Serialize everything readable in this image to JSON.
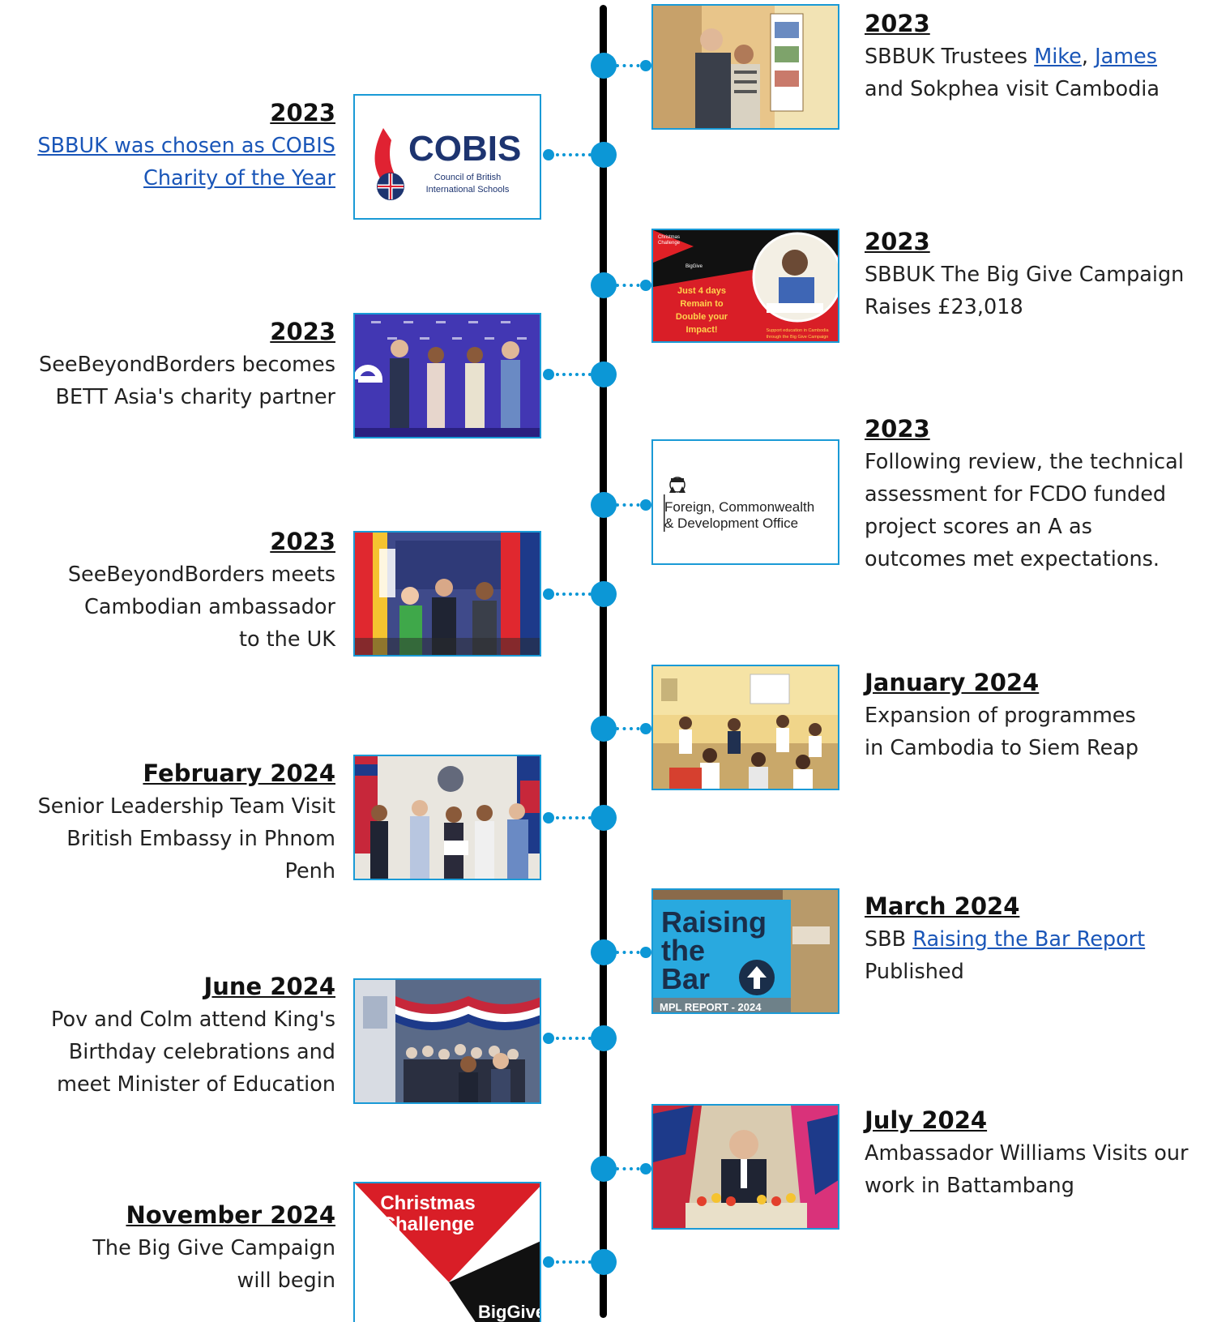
{
  "colors": {
    "accent": "#0c97d6",
    "spine": "#000000",
    "link": "#1a56b8",
    "frame": "#1a9ad6"
  },
  "left": [
    {
      "title": "2023",
      "lines": [
        "SBBUK was chosen as COBIS",
        "Charity of the Year"
      ]
    },
    {
      "title": "2023",
      "lines": [
        "SeeBeyondBorders becomes",
        "BETT Asia's charity partner"
      ]
    },
    {
      "title": "2023",
      "lines": [
        "SeeBeyondBorders meets",
        "Cambodian ambassador",
        "to the UK"
      ]
    },
    {
      "title": "February 2024",
      "lines": [
        "Senior Leadership Team Visit",
        "British Embassy in Phnom Penh"
      ]
    },
    {
      "title": "June 2024",
      "lines": [
        "Pov and Colm attend King's",
        "Birthday celebrations and",
        "meet Minister of Education"
      ]
    },
    {
      "title": "November 2024",
      "lines": [
        "The Big Give Campaign",
        "will begin"
      ]
    }
  ],
  "right": [
    {
      "title": "2023",
      "l1_pre": "SBBUK Trustees ",
      "link1": "Mike",
      "sep": ", ",
      "link2": "James",
      "l2": "and Sokphea visit Cambodia"
    },
    {
      "title": "2023",
      "lines": [
        "SBBUK The Big Give Campaign",
        "Raises £23,018"
      ]
    },
    {
      "title": "2023",
      "lines": [
        "Following review, the technical",
        "assessment for FCDO funded",
        "project scores an A as",
        "outcomes met expectations."
      ]
    },
    {
      "title": "January 2024",
      "lines": [
        "Expansion of programmes",
        "in Cambodia to Siem Reap"
      ]
    },
    {
      "title": "March 2024",
      "pre": "SBB ",
      "link": "Raising the Bar Report",
      "l2": "Published"
    },
    {
      "title": "July 2024",
      "lines": [
        "Ambassador Williams Visits our",
        "work in Battambang"
      ]
    }
  ],
  "images": {
    "cobis": {
      "name": "COBIS",
      "sub1": "Council of British",
      "sub2": "International Schools"
    },
    "bigGive": {
      "badge1": "Christmas",
      "badge2": "Challenge",
      "brand": "BigGive",
      "l1": "Just 4 days",
      "l2": "Remain to",
      "l3": "Double your",
      "l4": "Impact!",
      "note1": "Support education in Cambodia",
      "note2": "through the Big Give Campaign"
    },
    "fcdo": {
      "l1": "Foreign, Commonwealth",
      "l2": "& Development Office"
    },
    "raising": {
      "w1": "Raising",
      "w2": "the",
      "w3": "Bar",
      "footer": "MPL REPORT - 2024"
    },
    "christmas": {
      "w1": "Christmas",
      "w2": "Challenge",
      "brand": "BigGive"
    }
  }
}
